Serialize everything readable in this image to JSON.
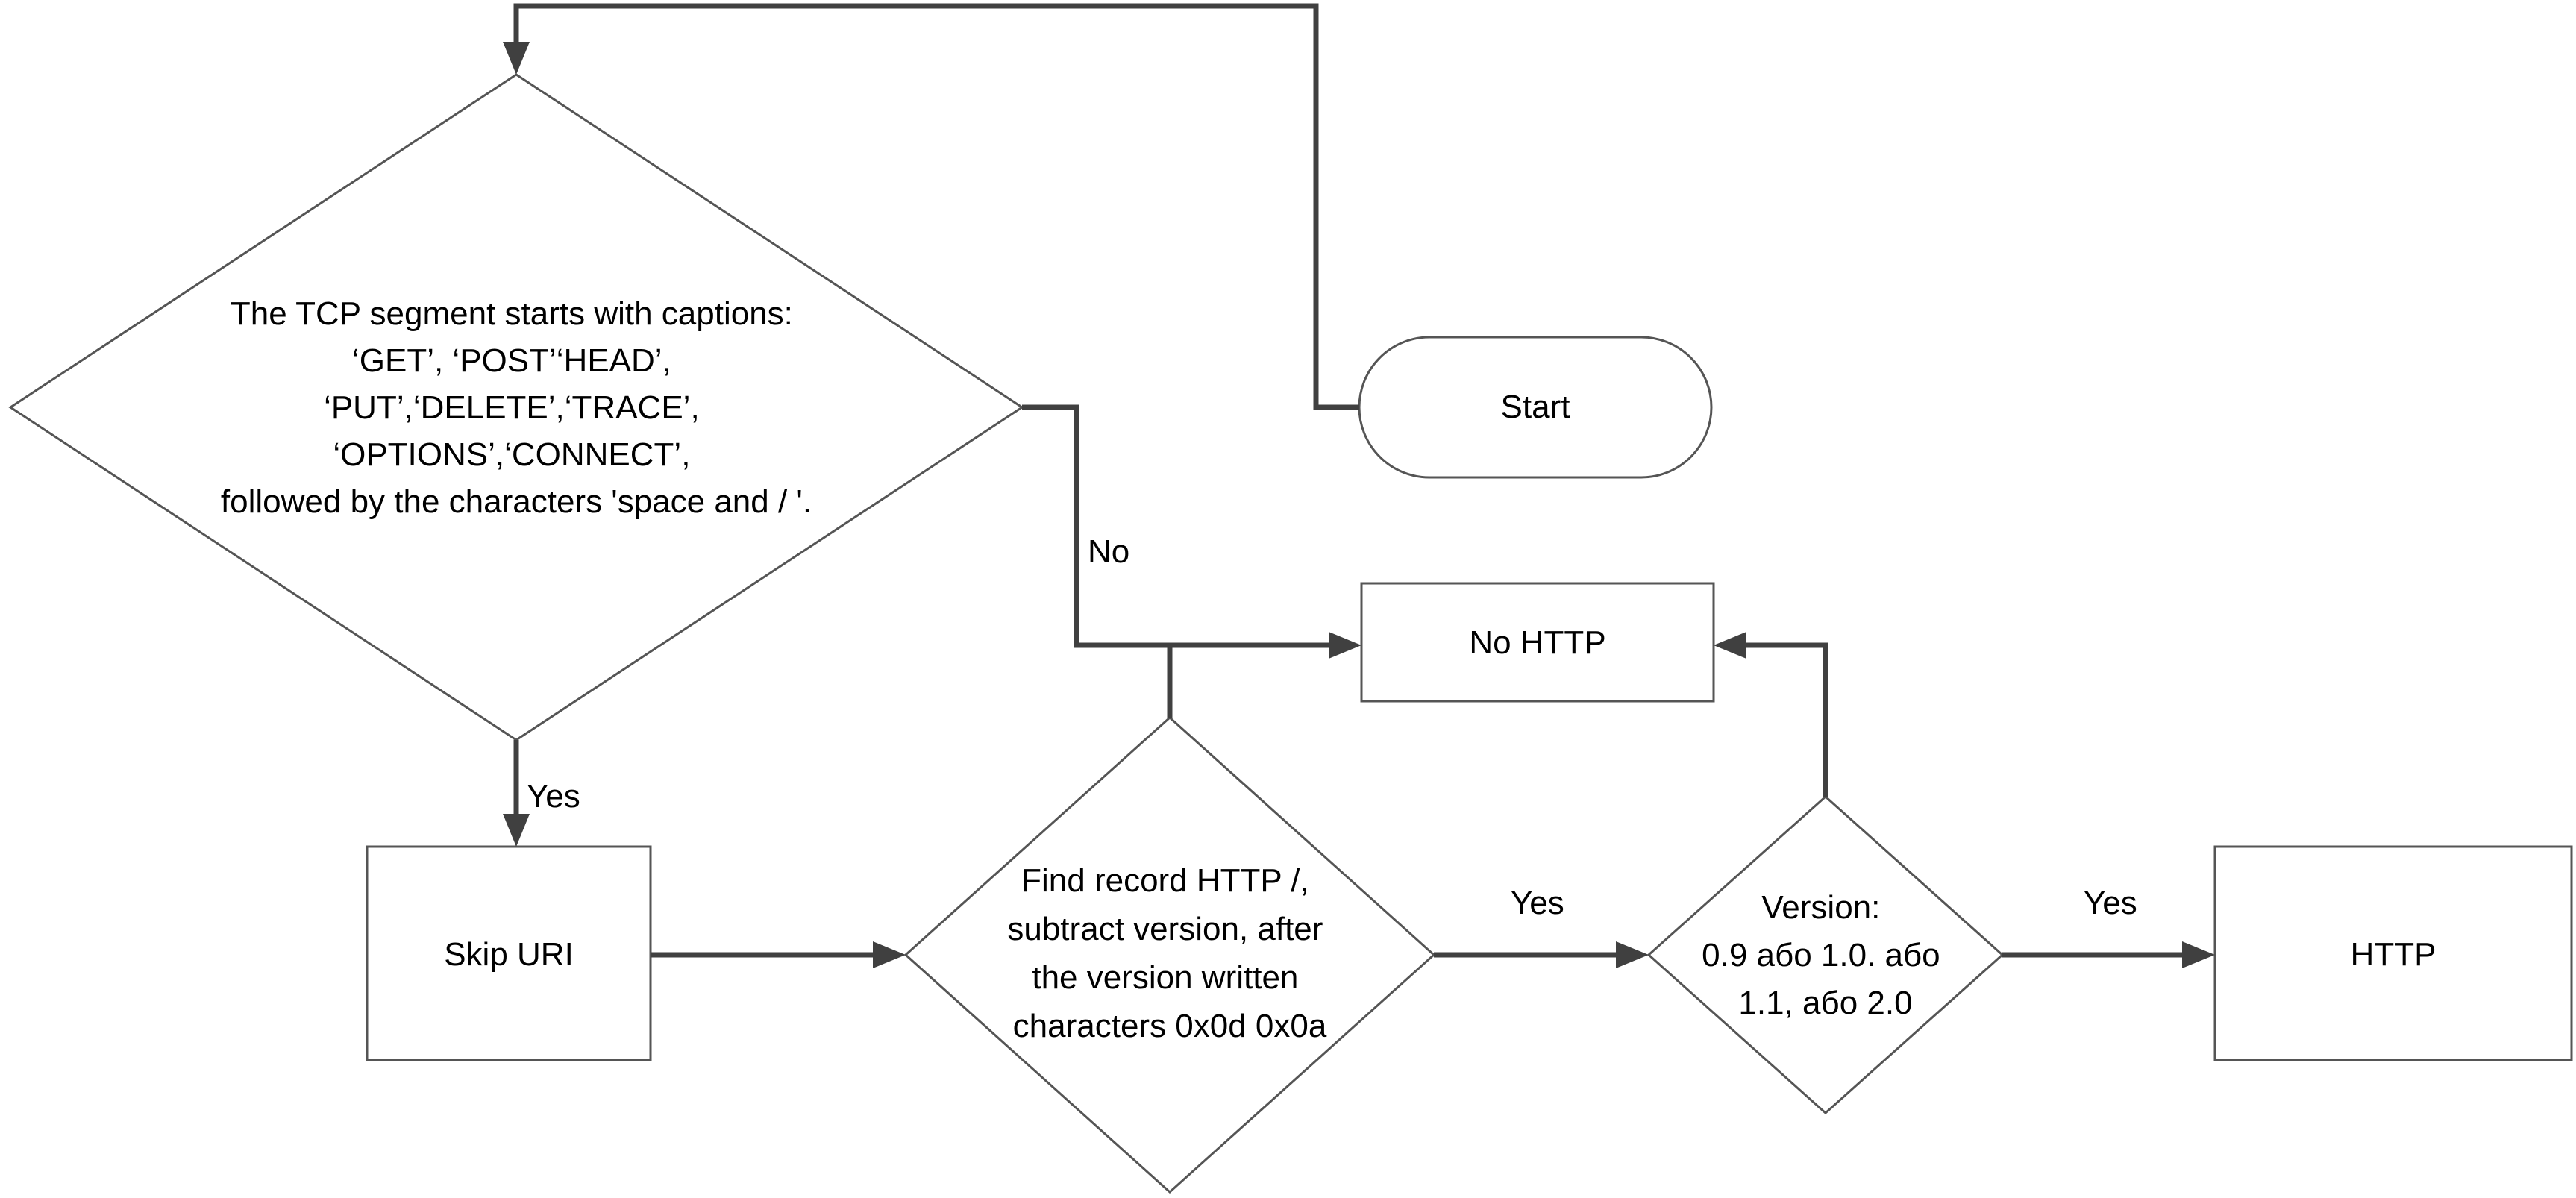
{
  "diagram": {
    "nodes": {
      "start": {
        "lines": [
          "Start"
        ]
      },
      "decision_methods": {
        "lines": [
          "The TCP segment starts with captions:",
          "‘GET’, ‘POST’‘HEAD’,",
          "‘PUT’,‘DELETE’,‘TRACE’,",
          "‘OPTIONS’,‘CONNECT’,",
          "followed by the characters 'space and / '."
        ]
      },
      "skip_uri": {
        "lines": [
          "Skip URI"
        ]
      },
      "decision_record": {
        "lines": [
          "Find record HTTP /,",
          "subtract version, after",
          "the version written",
          "characters 0x0d 0x0a"
        ]
      },
      "decision_version": {
        "lines": [
          "Version:",
          "0.9 або 1.0. або",
          "1.1, або 2.0"
        ]
      },
      "no_http": {
        "lines": [
          "No HTTP"
        ]
      },
      "http": {
        "lines": [
          "HTTP"
        ]
      }
    },
    "edge_labels": {
      "methods_no": "No",
      "methods_yes": "Yes",
      "record_yes": "Yes",
      "version_yes": "Yes"
    },
    "colors": {
      "shape_stroke": "#555555",
      "connector": "#404040",
      "text": "#000000",
      "background": "#ffffff"
    }
  }
}
